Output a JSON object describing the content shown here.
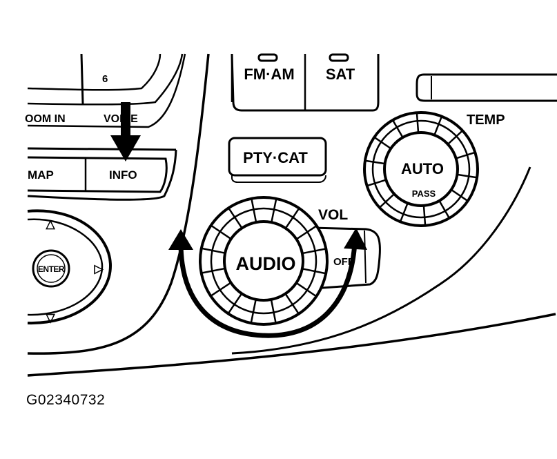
{
  "buttons": {
    "six": "6",
    "zoom_in": "OOM IN",
    "voice": "VOICE",
    "map": "MAP",
    "info": "INFO",
    "fm_am": "FM·AM",
    "sat": "SAT",
    "pty_cat": "PTY·CAT",
    "enter": "ENTER",
    "up": "△",
    "down": "▽",
    "right": "▷"
  },
  "knobs": {
    "audio": "AUDIO",
    "vol": "VOL",
    "off": "OFF",
    "auto": "AUTO",
    "pass": "PASS",
    "temp": "TEMP"
  },
  "figure_id": "G02340732",
  "colors": {
    "ink": "#000000",
    "paper": "#ffffff"
  }
}
